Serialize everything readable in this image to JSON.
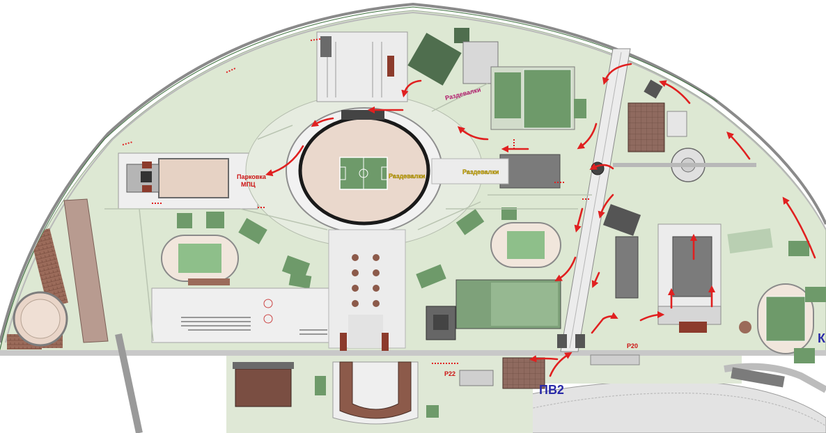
{
  "labels": {
    "parking_line1": "Парковка",
    "parking_line2": "МПЦ",
    "locker_rooms_stadium": "Раздевалки",
    "locker_rooms_east": "Раздевалки",
    "locker_rooms_north": "Раздевалки",
    "p20": "P20",
    "p22": "P22",
    "pv2": "ПВ2",
    "edge_letter": "К"
  },
  "colors": {
    "park_green": "#dde8d3",
    "field_green": "#6e9a6a",
    "stadium_floor": "#ead8cc",
    "building_grey": "#7b7b7b",
    "plaza_grey": "#ececec",
    "arrow_red": "#e02020",
    "label_blue": "#2a2aa8",
    "brick": "#8c5a4a"
  },
  "icons": [
    "route-arrow-icon"
  ]
}
